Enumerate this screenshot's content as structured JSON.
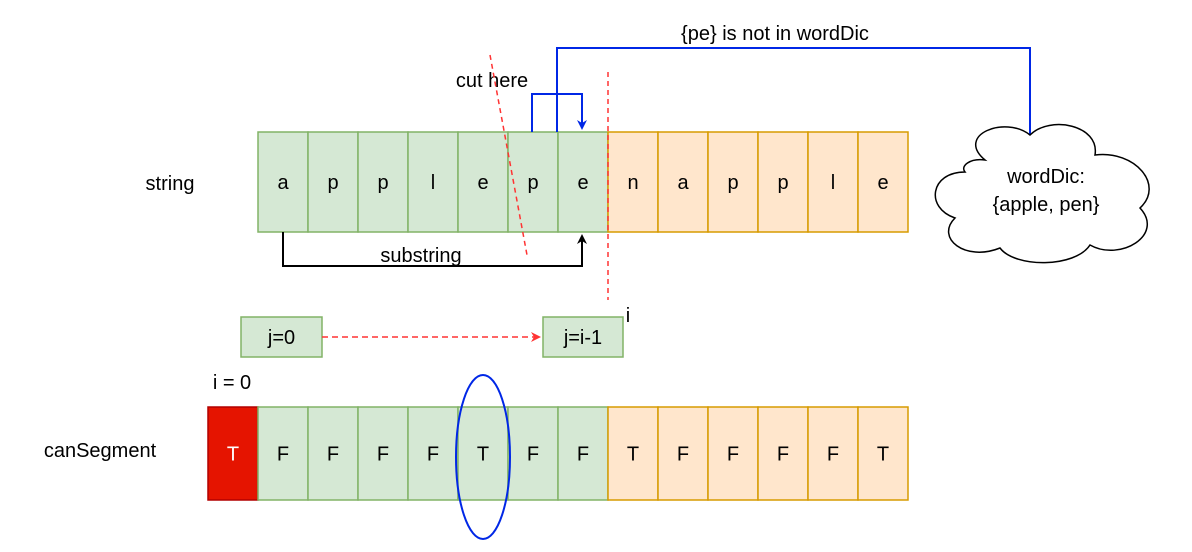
{
  "labels": {
    "string_row": "string",
    "cansegment_row": "canSegment",
    "pe_note": "{pe} is not in wordDic",
    "cut_here": "cut here",
    "substring": "substring",
    "i_marker": "i",
    "i_zero": "i = 0",
    "j_start": "j=0",
    "j_end": "j=i-1",
    "word_dic_line1": "wordDic:",
    "word_dic_line2": "{apple, pen}"
  },
  "string_cells": [
    "a",
    "p",
    "p",
    "l",
    "e",
    "p",
    "e",
    "n",
    "a",
    "p",
    "p",
    "l",
    "e"
  ],
  "string_processed_count": 7,
  "can_segment_cells": [
    "T",
    "F",
    "F",
    "F",
    "F",
    "T",
    "F",
    "F",
    "T",
    "F",
    "F",
    "F",
    "F",
    "T"
  ],
  "can_segment_processed_count": 8,
  "circled_segment_index": 5,
  "colors": {
    "green_fill": "#d5e8d4",
    "green_stroke": "#82b366",
    "orange_fill": "#ffe6cc",
    "orange_stroke": "#d79b00",
    "red_fill": "#e51400",
    "red_stroke": "#b20000",
    "blue": "#0027e6",
    "dashed_red": "#ff3333",
    "black": "#000000"
  }
}
